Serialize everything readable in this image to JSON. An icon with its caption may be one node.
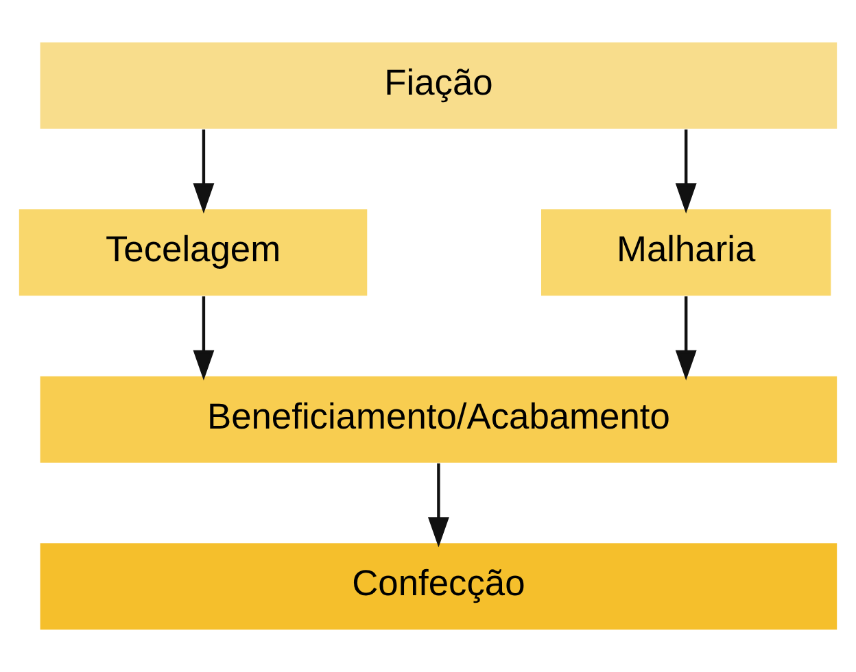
{
  "diagram": {
    "nodes": [
      {
        "text": [
          "Fiação"
        ]
      },
      {
        "text": [
          "Tecelagem"
        ]
      },
      {
        "text": [
          "Malharia"
        ]
      },
      {
        "text": [
          "Beneficiamento/Acabamento"
        ]
      },
      {
        "text": [
          "Confecção"
        ]
      }
    ],
    "edges": [
      {
        "from": 0,
        "to": 1,
        "arrow": "to"
      },
      {
        "from": 0,
        "to": 2,
        "arrow": "to"
      },
      {
        "from": 1,
        "to": 3,
        "arrow": "to"
      },
      {
        "from": 2,
        "to": 3,
        "arrow": "to"
      },
      {
        "from": 3,
        "to": 4,
        "arrow": "to"
      }
    ]
  }
}
